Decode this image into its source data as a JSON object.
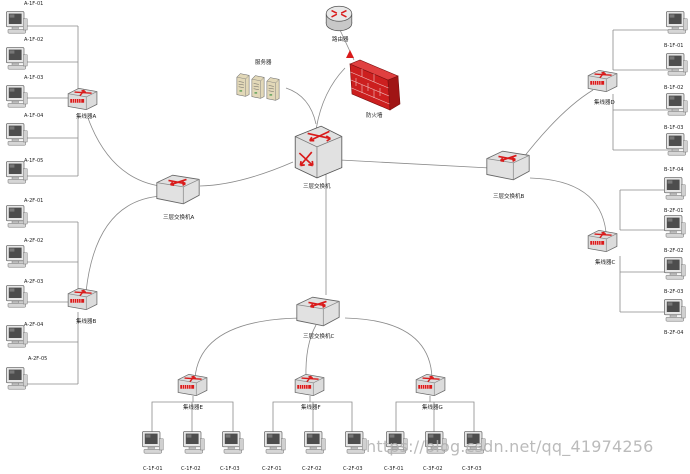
{
  "labels": {
    "router": "路由器",
    "server": "服务器",
    "firewall": "防火墙",
    "core_switch": "三层交换机",
    "l3_a": "三层交换机A",
    "l3_b": "三层交换机B",
    "l3_c": "三层交换机C",
    "hub_a": "集线器A",
    "hub_b": "集线器B",
    "hub_c": "集线器C",
    "hub_d": "集线器D",
    "hub_e": "集线器E",
    "hub_f": "集线器F",
    "hub_g": "集线器G"
  },
  "pcs": {
    "a1": [
      "A-1F-01",
      "A-1F-02",
      "A-1F-03",
      "A-1F-04",
      "A-1F-05"
    ],
    "a2": [
      "A-2F-01",
      "A-2F-02",
      "A-2F-03",
      "A-2F-04",
      "A-2F-05"
    ],
    "b1": [
      "B-1F-01",
      "B-1F-02",
      "B-1F-03",
      "B-1F-04"
    ],
    "b2": [
      "B-2F-01",
      "B-2F-02",
      "B-2F-03",
      "B-2F-04"
    ],
    "c1": [
      "C-1F-01",
      "C-1F-02",
      "C-1F-03"
    ],
    "c2": [
      "C-2F-01",
      "C-2F-02",
      "C-2F-03"
    ],
    "c3": [
      "C-3F-01",
      "C-3F-02",
      "C-3F-03"
    ]
  },
  "watermark": "https://blog.csdn.net/qq_41974256",
  "colors": {
    "accent": "#d91a1a",
    "device": "#e4e4e4",
    "link": "#8a8a8a"
  }
}
